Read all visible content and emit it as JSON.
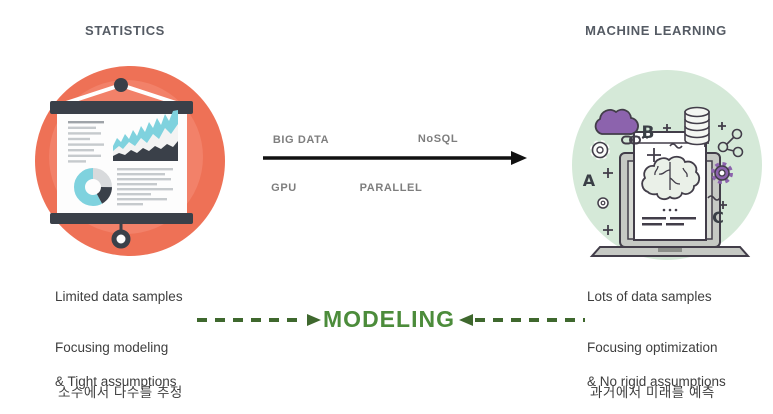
{
  "statistics": {
    "title": "STATISTICS",
    "note1": "Limited data samples",
    "note2_line1": "Focusing modeling",
    "note2_line2": "& Tight assumptions",
    "korean": "소수에서 다수를 추정"
  },
  "machine_learning": {
    "title": "MACHINE LEARNING",
    "note1": "Lots of data samples",
    "note2_line1": "Focusing optimization",
    "note2_line2": "& No rigid assumptions",
    "korean": "과거에서 미래를 예측",
    "letters": {
      "a": "A",
      "b": "B",
      "c": "C"
    }
  },
  "transition_arrow": {
    "label_top_left": "BIG DATA",
    "label_top_right": "NoSQL",
    "label_bottom_left": "GPU",
    "label_bottom_right": "PARALLEL"
  },
  "modeling": {
    "label": "MODELING"
  },
  "icons": [
    "presentation-screen-icon",
    "area-chart-icon",
    "donut-chart-icon",
    "laptop-icon",
    "browser-window-icon",
    "brain-icon",
    "cloud-icon",
    "database-icon",
    "share-icon",
    "gear-icon",
    "chain-link-icon",
    "plus-icon",
    "tilde-icon"
  ],
  "colors": {
    "stats_circle": "#ee7156",
    "stats_circle_inner": "#f28169",
    "dark_navy": "#3a4049",
    "teal": "#7fd2de",
    "ml_circle": "#d5e9d8",
    "doodle_outline": "#423d49",
    "purple": "#8c63ad",
    "modeling_green": "#4c8c3b",
    "dash_green": "#3f682e",
    "arrow_black": "#111111"
  }
}
